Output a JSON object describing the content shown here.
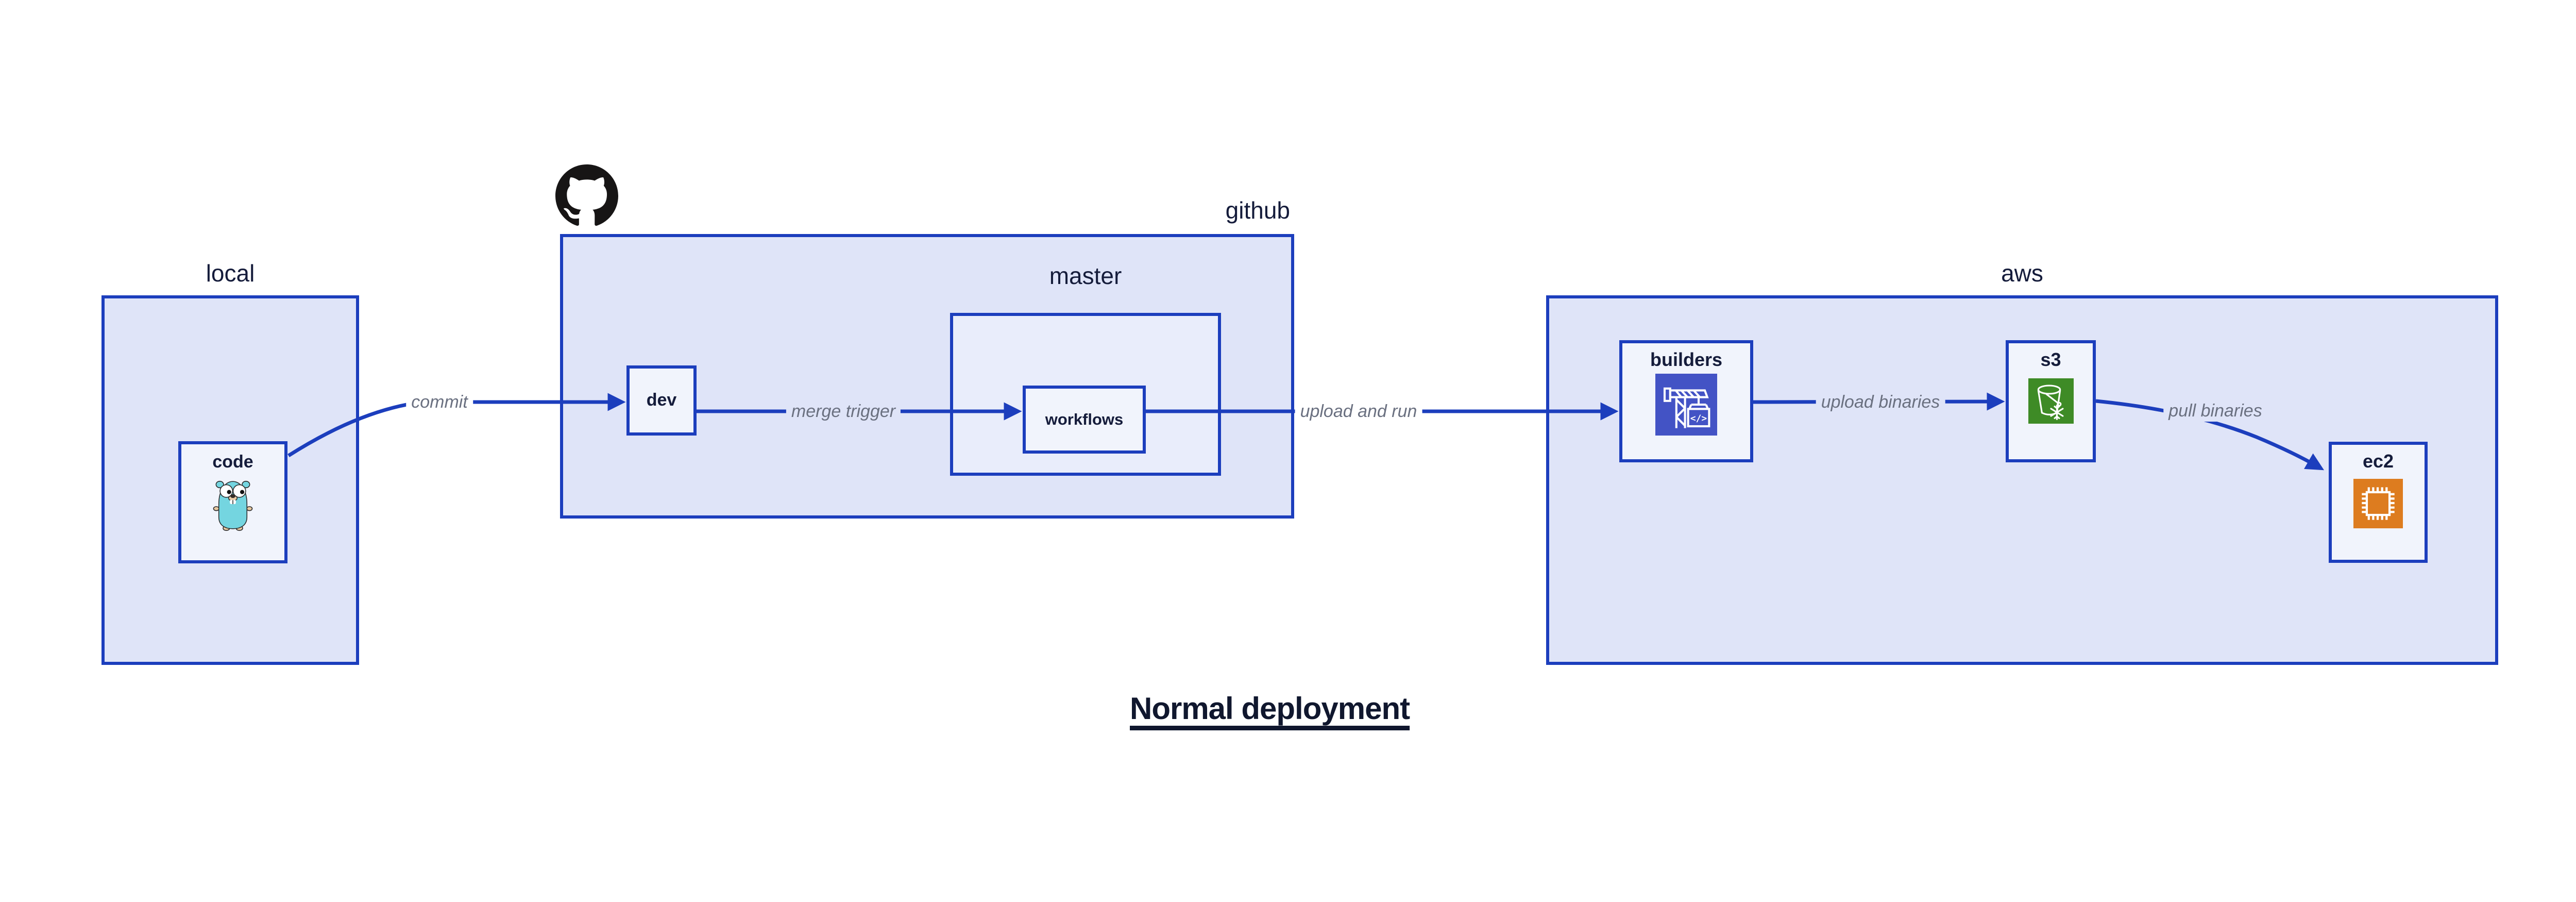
{
  "title": "Normal deployment",
  "colors": {
    "border_blue": "#1c3ebd",
    "region_fill": "#dfe4f8",
    "master_fill": "#e9edfb",
    "node_fill": "#f1f4fc",
    "text_navy": "#151c3b",
    "edge_label_gray": "#6a7080",
    "page_bg": "#ffffff",
    "codebuild_indigo": "#4353c5",
    "glacier_green": "#3e8b26",
    "ec2_orange": "#dd7c1f",
    "gopher_teal": "#74d5e0",
    "octocat_black": "#171515"
  },
  "groups": {
    "local": {
      "label": "local"
    },
    "github": {
      "label": "github"
    },
    "master": {
      "label": "master"
    },
    "aws": {
      "label": "aws"
    }
  },
  "nodes": {
    "code": {
      "label": "code",
      "icon": "go-gopher-icon"
    },
    "dev": {
      "label": "dev"
    },
    "workflows": {
      "label": "workflows"
    },
    "builders": {
      "label": "builders",
      "icon": "aws-codebuild-icon",
      "icon_text": "</>"
    },
    "s3": {
      "label": "s3",
      "icon": "aws-s3-glacier-icon"
    },
    "ec2": {
      "label": "ec2",
      "icon": "aws-ec2-icon"
    }
  },
  "edges": [
    {
      "id": "commit",
      "label": "commit",
      "from": "code",
      "to": "dev"
    },
    {
      "id": "merge-trigger",
      "label": "merge trigger",
      "from": "dev",
      "to": "workflows"
    },
    {
      "id": "upload-and-run",
      "label": "upload and run",
      "from": "workflows",
      "to": "builders"
    },
    {
      "id": "upload-binaries",
      "label": "upload binaries",
      "from": "builders",
      "to": "s3"
    },
    {
      "id": "pull-binaries",
      "label": "pull binaries",
      "from": "s3",
      "to": "ec2"
    }
  ]
}
